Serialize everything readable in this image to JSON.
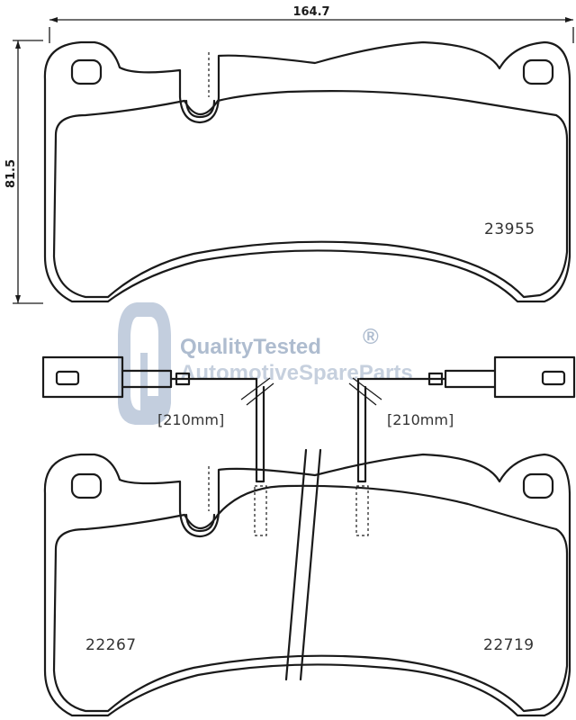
{
  "dimensions": {
    "width": "164.7",
    "height": "81.5"
  },
  "part_numbers": {
    "top_pad": "23955",
    "bottom_left": "22267",
    "bottom_right": "22719"
  },
  "wire_lengths": {
    "left": "[210mm]",
    "right": "[210mm]"
  },
  "watermark": {
    "line1": "QualityTested",
    "registered": "®",
    "line2": "AutomotiveSpareParts"
  },
  "colors": {
    "line": "#1a1a1a",
    "watermark": "#aebccf"
  }
}
